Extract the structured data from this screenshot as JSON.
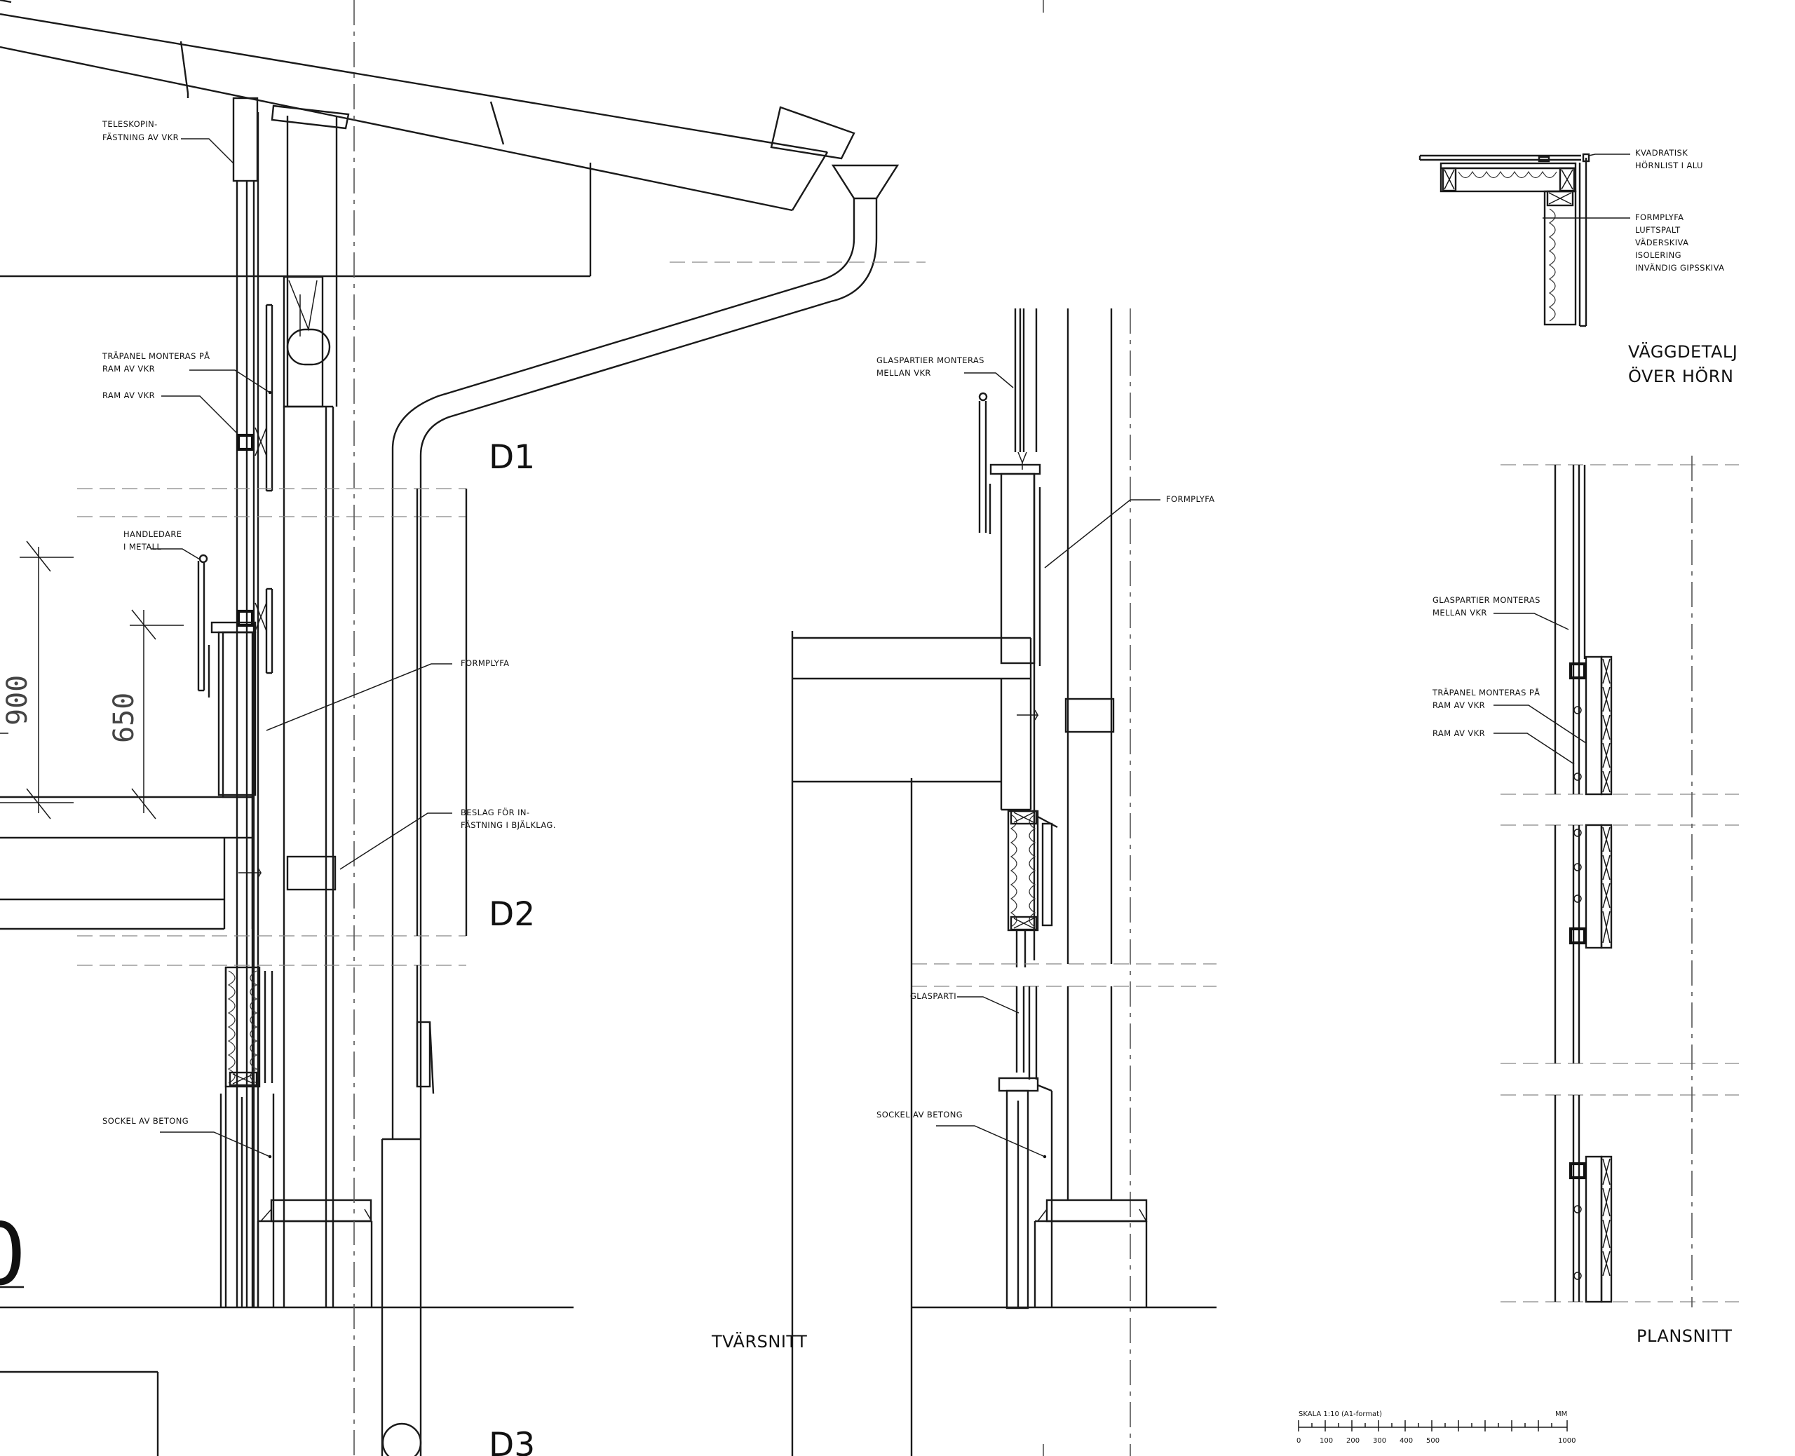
{
  "labels": {
    "teleskopin": [
      "TELESKOPIN-",
      "FÄSTNING AV VKR"
    ],
    "trapanel_left": [
      "TRÄPANEL MONTERAS PÅ",
      "RAM AV VKR"
    ],
    "ram_left": "RAM AV VKR",
    "handledare": [
      "HANDLEDARE",
      "I METALL"
    ],
    "formplyfa_left": "FORMPLYFA",
    "beslag": [
      "BESLAG FÖR IN-",
      "FÄSTNING I BJÄLKLAG."
    ],
    "sockel_left": "SOCKEL AV BETONG",
    "glaspartier_mid": [
      "GLASPARTIER MONTERAS",
      "MELLAN VKR"
    ],
    "formplyfa_mid": "FORMPLYFA",
    "glasparti": "GLASPARTI",
    "sockel_mid": "SOCKEL AV BETONG",
    "kvadratisk": [
      "KVADRATISK",
      "HÖRNLIST I ALU"
    ],
    "layers": [
      "FORMPLYFA",
      "LUFTSPALT",
      "VÄDERSKIVA",
      "ISOLERING",
      "INVÄNDIG GIPSSKIVA"
    ],
    "glaspartier_right": [
      "GLASPARTIER MONTERAS",
      "MELLAN VKR"
    ],
    "trapanel_right": [
      "TRÄPANEL MONTERAS PÅ",
      "RAM AV VKR"
    ],
    "ram_right": "RAM AV VKR"
  },
  "detail_marks": {
    "d1": "D1",
    "d2": "D2",
    "d3": "D3"
  },
  "dimensions": {
    "dim_900": "900",
    "dim_650": "650",
    "partial_zero": "0"
  },
  "titles": {
    "vaggdetalj": [
      "VÄGGDETALJ",
      "ÖVER HÖRN"
    ],
    "tvarsnitt": "TVÄRSNITT",
    "plansnitt": "PLANSNITT"
  },
  "scale_bar": {
    "title": "SKALA 1:10 (A1-format)",
    "unit": "MM",
    "ticks": [
      "0",
      "100",
      "200",
      "300",
      "400",
      "500",
      "1000"
    ]
  }
}
